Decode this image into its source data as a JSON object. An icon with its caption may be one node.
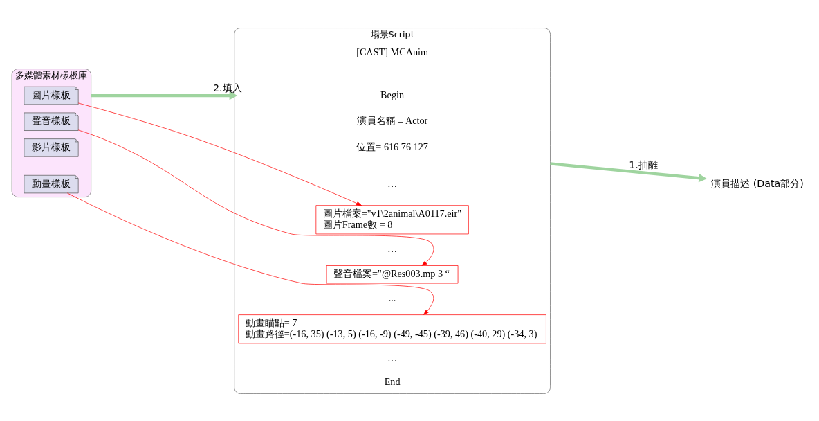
{
  "diagram": {
    "nodes": [
      {
        "text": [
          "場景Script",
          "[CAST] MCAnim",
          "Begin",
          "演員名稱＝Actor",
          "位置= 616 76 127",
          "…",
          "…",
          "...",
          "…",
          "End"
        ]
      },
      {
        "text": [
          "圖片檔案=\"v1\\2animal\\A0117.eir\"",
          "圖片Frame數 = 8"
        ],
        "in": 0
      },
      {
        "text": [
          "聲音檔案=\"@Res003.mp 3 “"
        ],
        "in": 0
      },
      {
        "text": [
          "動畫瞄點= 7",
          "動畫路徑=(-16, 35) (-13, 5) (-16, -9) (-49, -45) (-39, 46) (-40, 29) (-34, 3)"
        ],
        "in": 0
      },
      {
        "text": [
          "多媒體素材樣板庫"
        ]
      },
      {
        "text": [
          "圖片樣板"
        ],
        "in": 4
      },
      {
        "text": [
          "聲音樣板"
        ],
        "in": 4
      },
      {
        "text": [
          "影片樣板"
        ],
        "in": 4
      },
      {
        "text": [
          "動畫樣板"
        ],
        "in": 4
      },
      {
        "text": [
          "演員描述 (Data部分)"
        ]
      }
    ],
    "edges": [
      {
        "from": 0,
        "to": 9,
        "arrow": "to",
        "label": "1.抽離",
        "style": "thick",
        "color": "#9fd49f"
      },
      {
        "from": 4,
        "to": 0,
        "arrow": "to",
        "label": "2.填入",
        "style": "thick",
        "color": "#9fd49f"
      },
      {
        "from": 5,
        "to": 1,
        "arrow": "to"
      },
      {
        "from": 6,
        "to": 2,
        "arrow": "to"
      },
      {
        "from": 8,
        "to": 3,
        "arrow": "to"
      }
    ]
  }
}
